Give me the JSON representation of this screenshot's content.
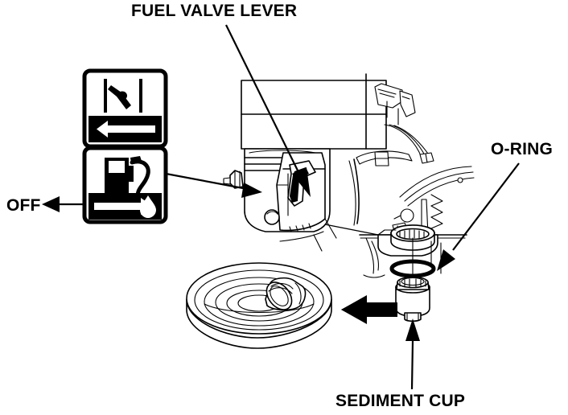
{
  "diagram": {
    "title": "Fuel valve lever and sediment cup service diagram",
    "subject": "small engine fuel valve assembly",
    "line_color": "#000000",
    "fill_color": "#ffffff",
    "background": "#ffffff"
  },
  "labels": {
    "fuel_valve_lever": "FUEL VALVE LEVER",
    "o_ring": "O-RING",
    "sediment_cup": "SEDIMENT CUP",
    "off": "OFF"
  },
  "icon_plate": {
    "name": "fuel-valve-position-decal",
    "panels": [
      {
        "id": "panel-off",
        "symbol": "valve-lever-closed",
        "arrow_direction": "left",
        "arrow_style": "white-arrow-on-black-band",
        "meaning": "OFF"
      },
      {
        "id": "panel-on",
        "symbol": "fuel-pump-nozzle",
        "arrow_direction": "right",
        "arrow_style": "white-arrow-on-black-band",
        "droplet": "fuel-droplet",
        "meaning": "ON"
      }
    ]
  },
  "callouts": [
    {
      "id": "callout-fuel-valve-lever",
      "label": "FUEL VALVE LEVER",
      "from": "label",
      "to": "valve-lever-on-engine",
      "arrowhead": "solid-triangle"
    },
    {
      "id": "callout-off",
      "label": "OFF",
      "from": "label",
      "to": "decal-plate",
      "arrowhead": "solid-triangle"
    },
    {
      "id": "callout-decal-to-valve",
      "label": "",
      "from": "decal-plate",
      "to": "fuel-valve-body",
      "arrowhead": "solid-triangle"
    },
    {
      "id": "callout-o-ring",
      "label": "O-RING",
      "from": "label",
      "to": "o-ring-part",
      "arrowhead": "solid-triangle"
    },
    {
      "id": "callout-sediment-cup",
      "label": "SEDIMENT CUP",
      "from": "label",
      "to": "sediment-cup-part",
      "arrowhead": "solid-triangle"
    },
    {
      "id": "callout-drain-to-pan",
      "label": "",
      "from": "sediment-cup-area",
      "to": "drain-pan",
      "arrowhead": "solid-triangle"
    }
  ],
  "parts": [
    {
      "id": "engine-body",
      "name": "engine-body-illustration"
    },
    {
      "id": "fuel-valve",
      "name": "fuel-valve-body"
    },
    {
      "id": "valve-lever",
      "name": "valve-lever"
    },
    {
      "id": "o-ring",
      "name": "o-ring"
    },
    {
      "id": "sediment-cup",
      "name": "sediment-cup"
    },
    {
      "id": "drain-pan",
      "name": "drain-pan"
    }
  ]
}
